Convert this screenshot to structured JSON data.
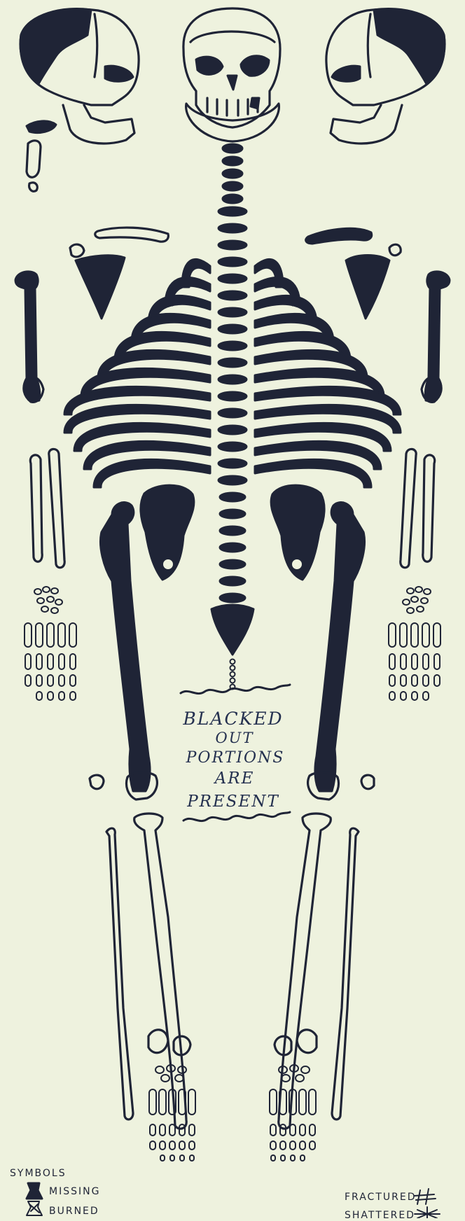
{
  "diagram": {
    "annotation": {
      "line1": "BLACKED",
      "line2": "OUT",
      "line3": "PORTIONS",
      "line4": "ARE",
      "line5": "PRESENT"
    },
    "legend": {
      "title": "SYMBOLS",
      "missing": "MISSING",
      "burned": "BURNED",
      "fractured": "FRACTURED",
      "shattered": "SHATTERED"
    },
    "colors": {
      "ink": "#1f2436",
      "paper": "#eef2de"
    }
  }
}
